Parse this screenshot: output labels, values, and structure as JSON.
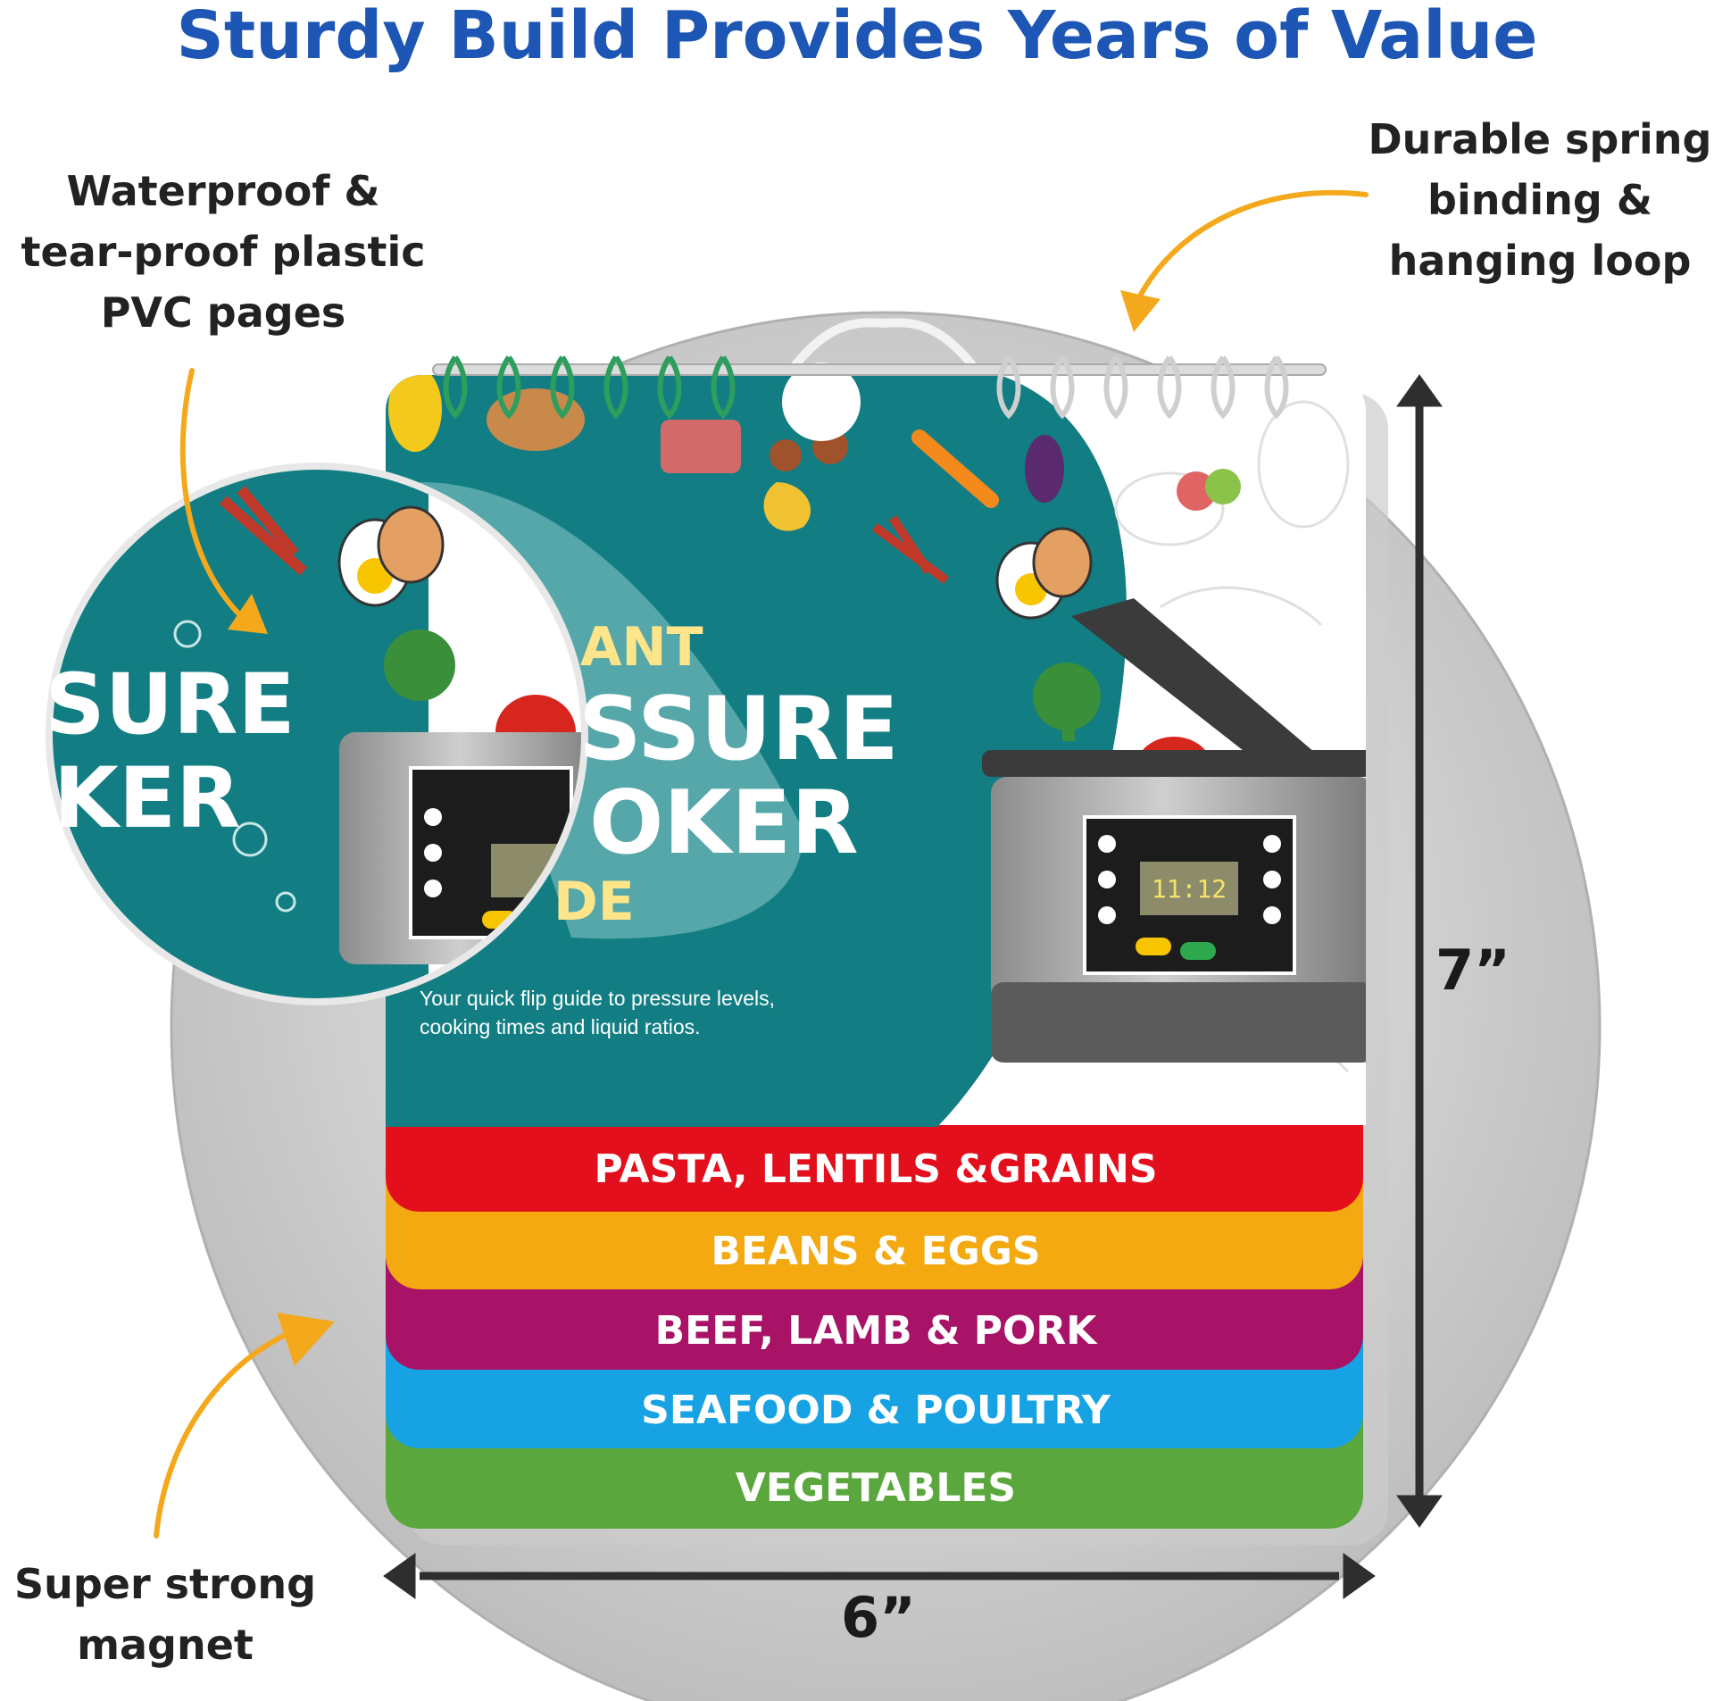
{
  "headline": "Sturdy Build Provides Years of Value",
  "callouts": {
    "pvc": [
      "Waterproof &",
      "tear-proof plastic",
      "PVC pages"
    ],
    "spring": [
      "Durable spring",
      "binding &",
      "hanging loop"
    ],
    "magnet": [
      "Super strong",
      "magnet"
    ]
  },
  "dimensions": {
    "height": "7”",
    "width": "6”"
  },
  "cover": {
    "title_fragments": [
      "ANT",
      "SSURE",
      "OKER",
      "DE"
    ],
    "zoom_fragments": [
      "SURE",
      "KER"
    ],
    "subtitle_line1": "Your quick flip guide to pressure levels,",
    "subtitle_line2": "cooking times and liquid ratios.",
    "display_time": "11:12"
  },
  "tabs": [
    {
      "label": "PASTA, LENTILS &GRAINS",
      "color": "#e30f1c"
    },
    {
      "label": "BEANS & EGGS",
      "color": "#f4a911"
    },
    {
      "label": "BEEF, LAMB & PORK",
      "color": "#a81267"
    },
    {
      "label": "SEAFOOD & POULTRY",
      "color": "#17a3e3"
    },
    {
      "label": "VEGETABLES",
      "color": "#5aa83d"
    }
  ],
  "colors": {
    "headline": "#1d56b5",
    "teal": "#127e83",
    "arrow": "#f4a91d",
    "magnet": "#d2d2d2"
  },
  "icons": [
    "magnet-disc",
    "spring-binding",
    "pressure-cooker-icon",
    "curved-arrow-icon",
    "dimension-arrow-icon",
    "magnifier-lens"
  ]
}
